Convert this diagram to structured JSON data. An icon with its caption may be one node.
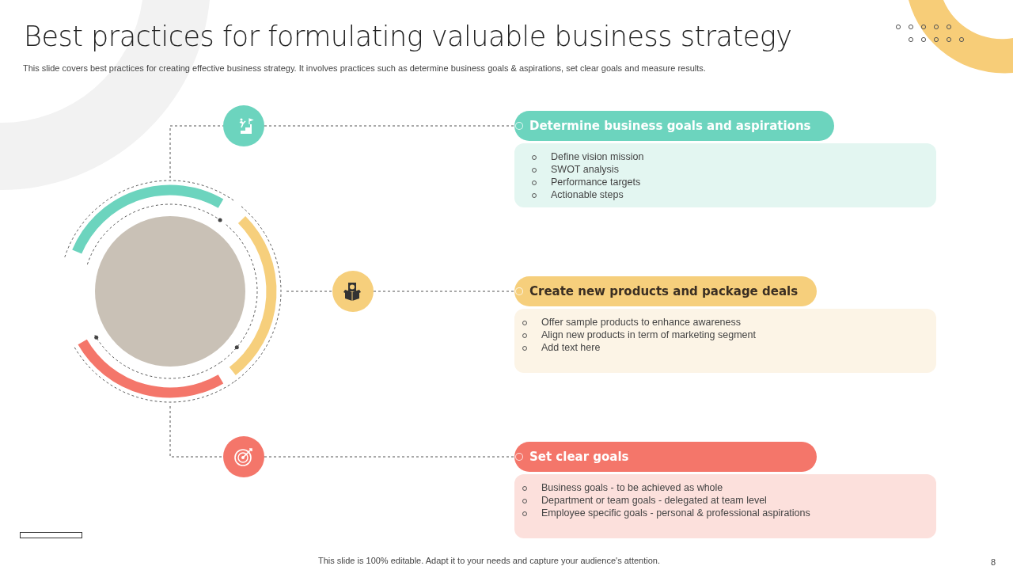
{
  "diagram": {
    "title": "Best practices for formulating valuable business strategy",
    "nodes": [
      {
        "text": [],
        "shape": "picture"
      },
      {
        "text": [],
        "shape": "circle"
      },
      {
        "text": [],
        "shape": "circle"
      },
      {
        "text": [],
        "shape": "circle"
      },
      {
        "text": [
          "Determine business goals and aspirations"
        ]
      },
      {
        "text": [
          "Define vision mission",
          "SWOT analysis",
          "Performance targets",
          "Actionable steps"
        ]
      },
      {
        "text": [
          "Create new products and package deals"
        ]
      },
      {
        "text": [
          "Offer sample products to enhance awareness",
          "Align new products in term of marketing segment",
          "Add text here"
        ]
      },
      {
        "text": [
          "Set clear goals"
        ]
      },
      {
        "text": [
          "Business goals - to be achieved as whole",
          "Department or team goals - delegated at team level",
          "Employee specific goals - personal & professional aspirations"
        ]
      }
    ],
    "edges": [
      {
        "from": 0,
        "to": 1,
        "arrow": "none"
      },
      {
        "from": 1,
        "to": 4,
        "arrow": "none"
      },
      {
        "from": 0,
        "to": 2,
        "arrow": "none"
      },
      {
        "from": 2,
        "to": 6,
        "arrow": "none"
      },
      {
        "from": 0,
        "to": 3,
        "arrow": "none"
      },
      {
        "from": 3,
        "to": 8,
        "arrow": "none"
      }
    ],
    "labels": [
      "This slide covers best practices for creating effective business strategy. It involves practices such as determine business goals & aspirations, set clear goals and measure results.",
      "This slide is 100% editable. Adapt it to your needs and capture your audience's attention.",
      "8"
    ]
  }
}
